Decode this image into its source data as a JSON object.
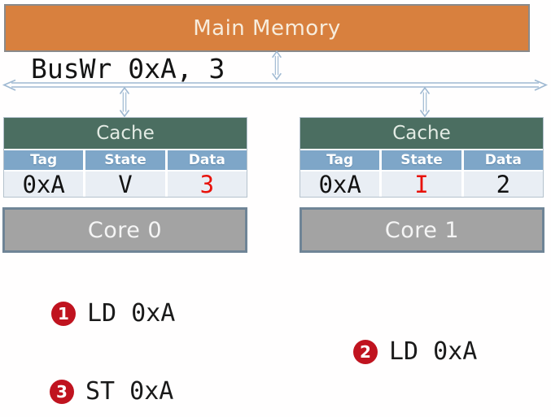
{
  "memory": {
    "label": "Main Memory"
  },
  "bus": {
    "label": "BusWr 0xA, 3"
  },
  "caches": [
    {
      "title": "Cache",
      "columns": [
        "Tag",
        "State",
        "Data"
      ],
      "cells": [
        {
          "text": "0xA",
          "color": "#131313"
        },
        {
          "text": "V",
          "color": "#131313"
        },
        {
          "text": "3",
          "color": "#e8120a"
        }
      ]
    },
    {
      "title": "Cache",
      "columns": [
        "Tag",
        "State",
        "Data"
      ],
      "cells": [
        {
          "text": "0xA",
          "color": "#131313"
        },
        {
          "text": "I",
          "color": "#e8120a"
        },
        {
          "text": "2",
          "color": "#131313"
        }
      ]
    }
  ],
  "cores": [
    {
      "label": "Core 0"
    },
    {
      "label": "Core 1"
    }
  ],
  "steps": [
    {
      "num": "1",
      "label": "LD 0xA"
    },
    {
      "num": "2",
      "label": "LD 0xA"
    },
    {
      "num": "3",
      "label": "ST 0xA"
    }
  ],
  "icons": {
    "bus_arrow": "double-headed-horizontal-arrow",
    "connector": "double-headed-vertical-arrow"
  },
  "colors": {
    "memory_fill": "#d8803e",
    "memory_border": "#8a8a8a",
    "memory_text": "#f7ecdc",
    "cache_header_bg": "#4b6e61",
    "cache_header_text": "#e3ebe4",
    "column_header_bg": "#7ea6c8",
    "column_header_text": "#ffffff",
    "data_row_bg": "#e9eef4",
    "core_fill": "#a3a3a3",
    "core_border": "#6f8496",
    "core_text": "#f5f5f5",
    "bus_arrow": "#9fb9d2",
    "badge_bg": "#c0131f",
    "highlight_red": "#e8120a",
    "text_dark": "#131313"
  }
}
